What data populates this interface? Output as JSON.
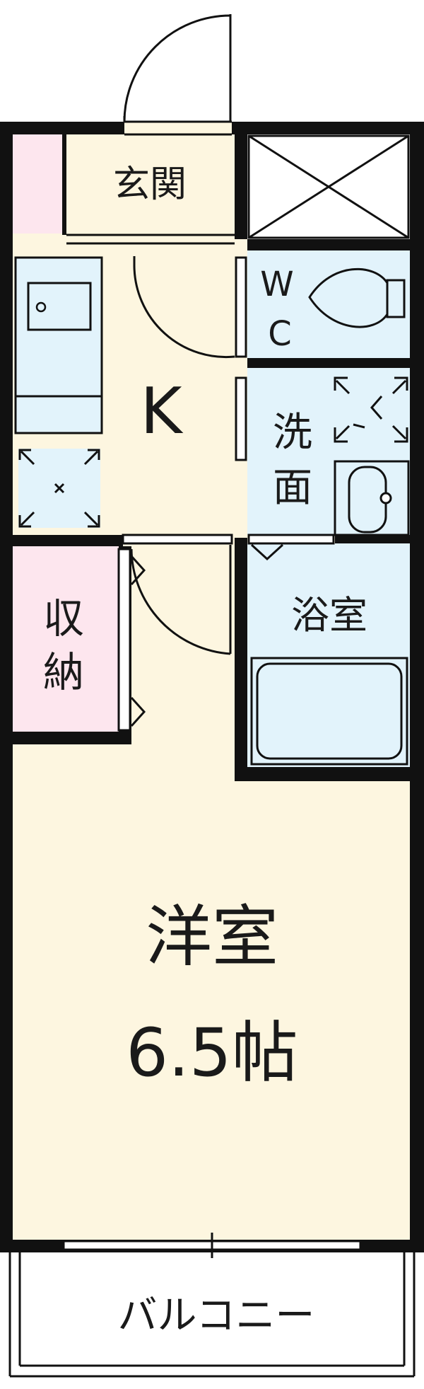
{
  "rooms": {
    "entrance": "玄関",
    "kitchen": "K",
    "wc_w": "W",
    "wc_c": "C",
    "washroom_1": "洗",
    "washroom_2": "面",
    "storage_1": "収",
    "storage_2": "納",
    "bathroom": "浴室",
    "western_room": "洋室",
    "western_room_size": "6.5帖",
    "balcony": "バルコニー"
  },
  "colors": {
    "wall": "#111111",
    "floor": "#fdf6e0",
    "wet_area": "#e2f3fb",
    "storage": "#fde6ee",
    "window": "#ffffff"
  }
}
